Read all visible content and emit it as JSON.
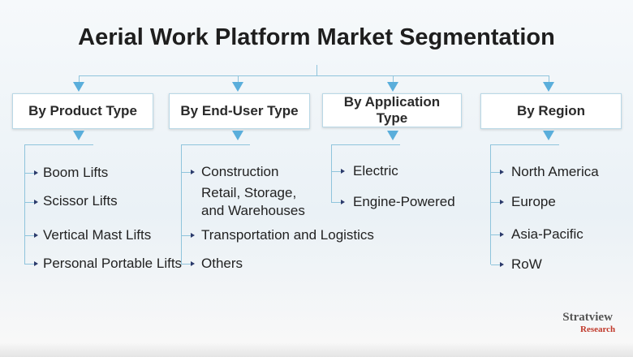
{
  "title": "Aerial Work Platform Market Segmentation",
  "segments": [
    {
      "label": "By Product Type",
      "items": [
        "Boom Lifts",
        "Scissor Lifts",
        "Vertical Mast Lifts",
        "Personal Portable Lifts"
      ]
    },
    {
      "label": "By End-User Type",
      "items": [
        "Construction",
        "Retail, Storage, and Warehouses",
        "Transportation and Logistics",
        "Others"
      ]
    },
    {
      "label": "By Application Type",
      "items": [
        "Electric",
        "Engine-Powered"
      ]
    },
    {
      "label": "By Region",
      "items": [
        "North America",
        "Europe",
        "Asia-Pacific",
        "RoW"
      ]
    }
  ],
  "logo": {
    "name": "Stratview",
    "sub": "Research"
  },
  "colors": {
    "connector": "#8fc4dc",
    "arrow": "#5aaedb"
  }
}
